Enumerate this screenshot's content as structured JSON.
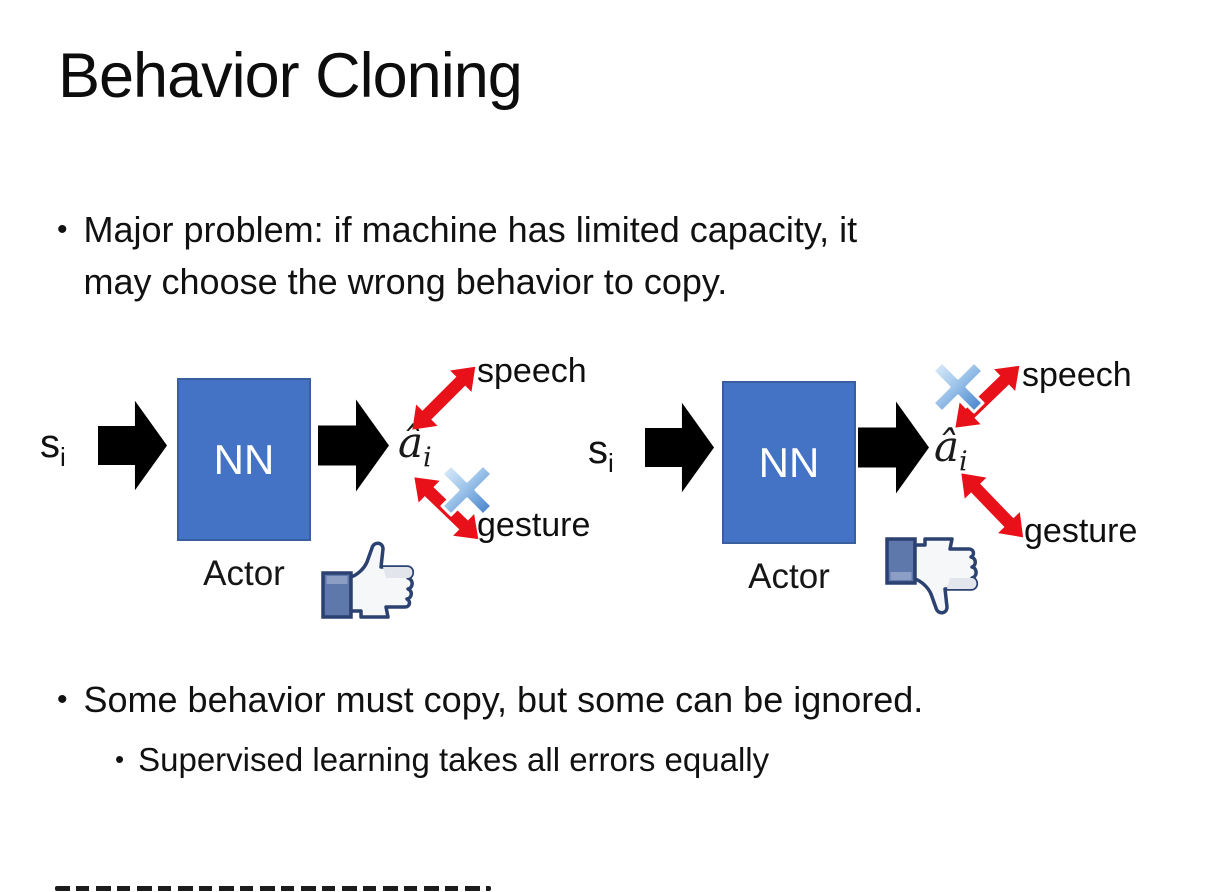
{
  "slide": {
    "title": "Behavior Cloning",
    "bullet_char": "•",
    "bullets": {
      "b1_line1": "Major problem: if machine has limited capacity, it",
      "b1_line2": "may choose the wrong behavior to copy.",
      "b2": "Some behavior must copy, but some can be ignored.",
      "b2_sub": "Supervised learning takes all errors equally"
    }
  },
  "diagrams": [
    {
      "side": "left",
      "input": "s",
      "input_sub": "i",
      "nn_label": "NN",
      "actor_label": "Actor",
      "output": "â",
      "output_sub": "i",
      "speech_label": "speech",
      "gesture_label": "gesture",
      "crossed_out": "gesture",
      "feedback_icon": "thumbs-up"
    },
    {
      "side": "right",
      "input": "s",
      "input_sub": "i",
      "nn_label": "NN",
      "actor_label": "Actor",
      "output": "â",
      "output_sub": "i",
      "speech_label": "speech",
      "gesture_label": "gesture",
      "crossed_out": "speech",
      "feedback_icon": "thumbs-down"
    }
  ],
  "colors": {
    "nn_box": "#4472C4",
    "nn_box_border": "#3A5F9F",
    "arrow_black": "#000000",
    "arrow_red": "#E91119",
    "cross_light": "#CFE3F6",
    "cross_dark": "#3D7CC9",
    "thumb_outline": "#2B4170",
    "thumb_cuff": "#5F78AB",
    "thumb_hand": "#F2F3F6"
  }
}
